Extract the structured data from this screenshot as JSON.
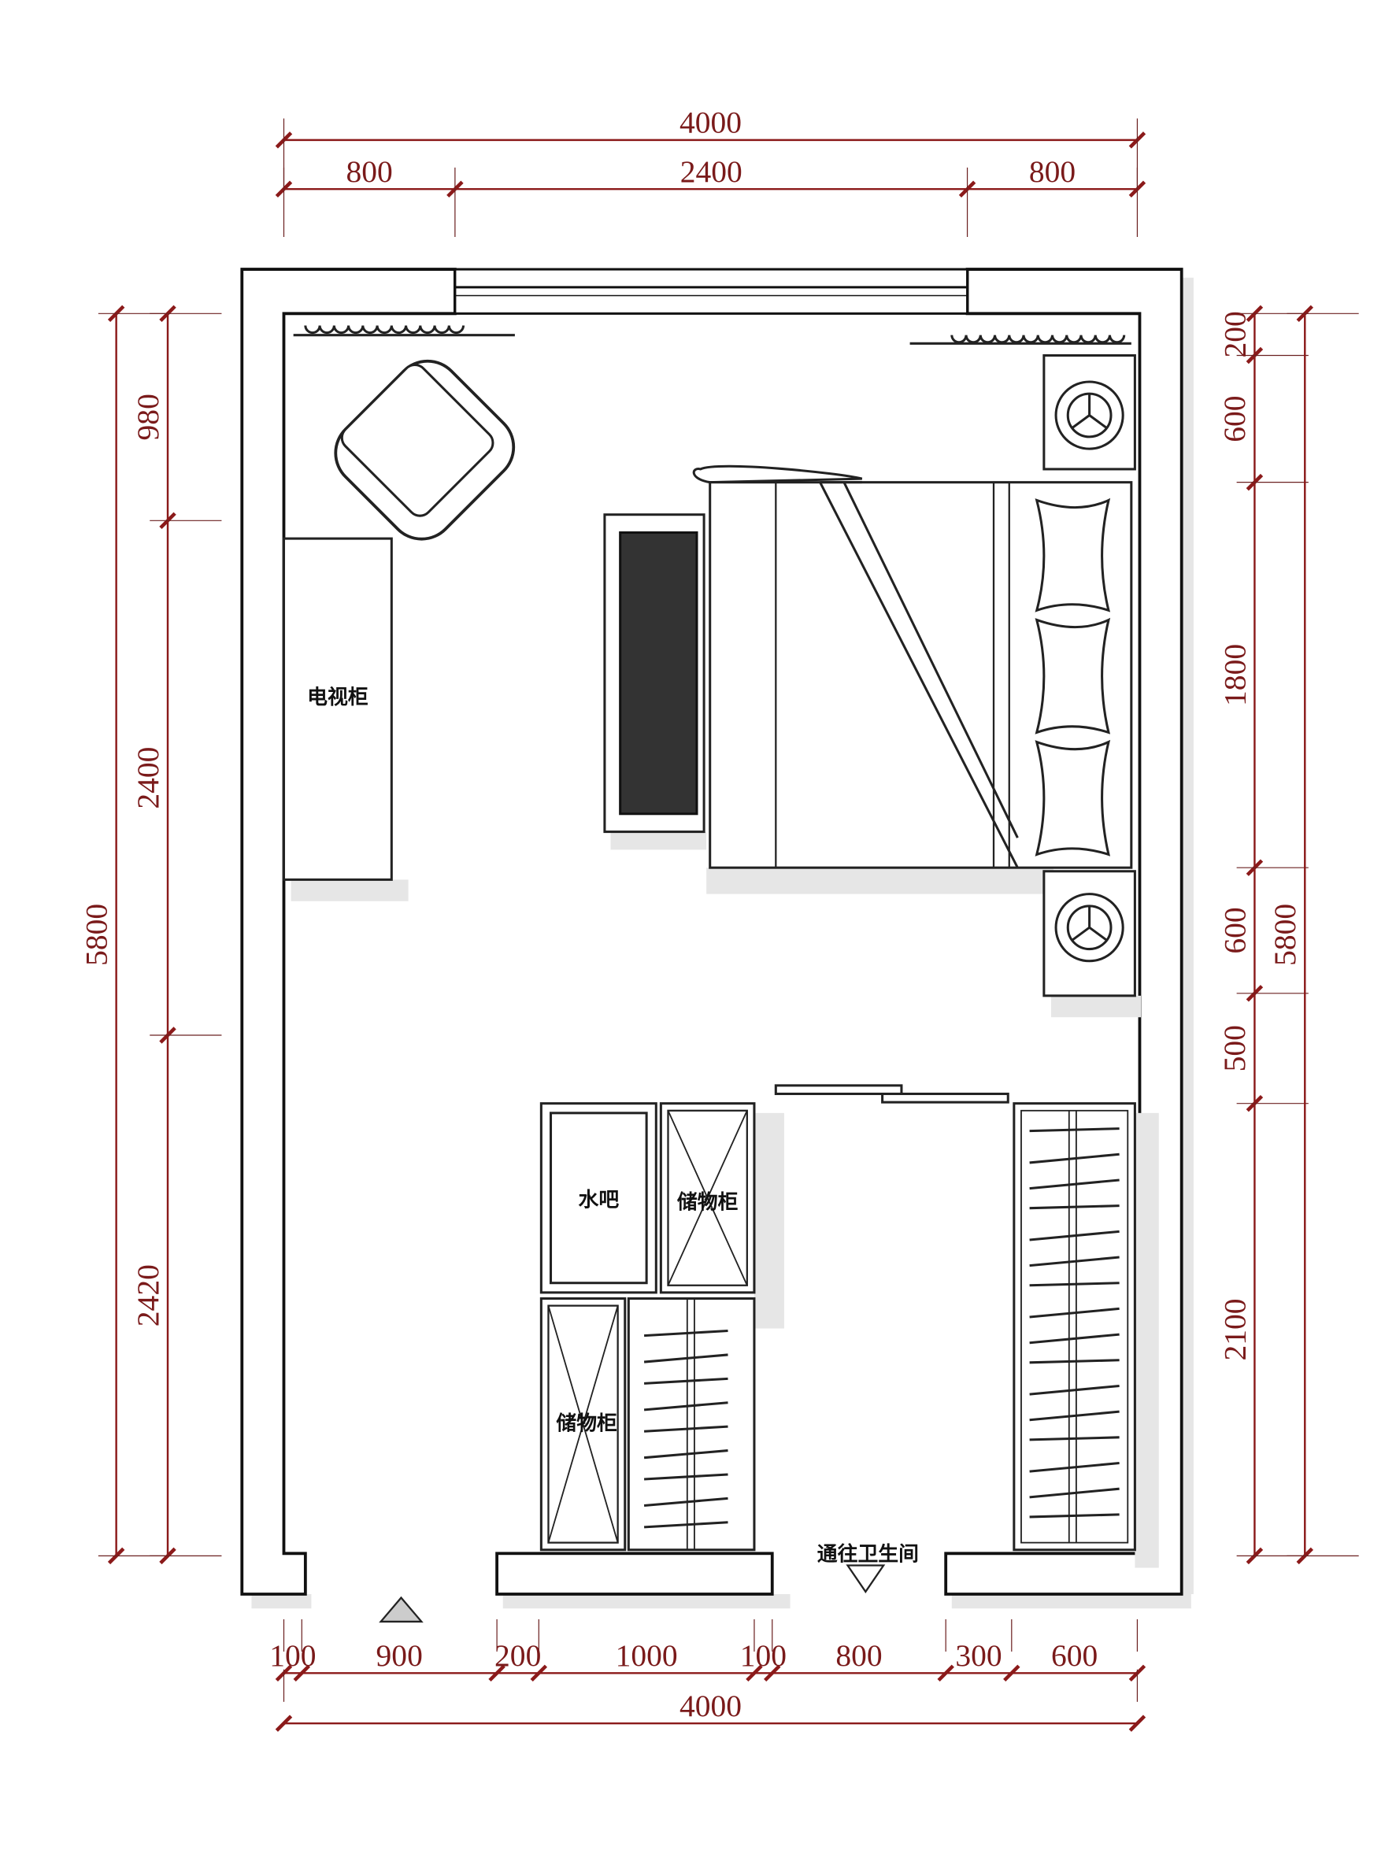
{
  "title": "Bedroom floor plan",
  "dimensions": {
    "top_total": "4000",
    "top_segments": [
      "800",
      "2400",
      "800"
    ],
    "left_total": "5800",
    "left_segments": [
      "980",
      "2400",
      "2420"
    ],
    "right_total": "5800",
    "right_segments": [
      "200",
      "600",
      "1800",
      "600",
      "500",
      "2100"
    ],
    "bottom_total": "4000",
    "bottom_segments": [
      "100",
      "900",
      "200",
      "1000",
      "100",
      "800",
      "300",
      "600"
    ]
  },
  "labels": {
    "tv_cabinet": "电视柜",
    "water_bar": "水吧",
    "storage_upper": "储物柜",
    "storage_lower": "储物柜",
    "to_bathroom": "通往卫生间"
  },
  "colors": {
    "dimension": "#8b1a1a",
    "wall": "#111111",
    "tv_screen": "#333333"
  }
}
